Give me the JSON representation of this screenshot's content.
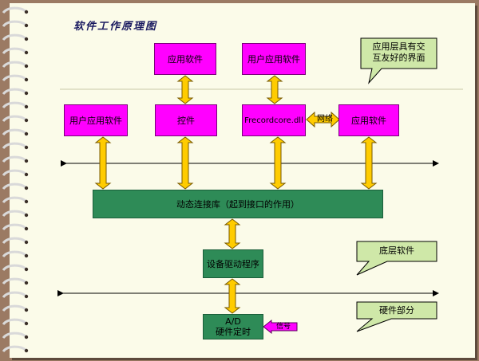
{
  "title": "软件工作原理图",
  "boxes": {
    "top_app": "应用软件",
    "top_user_app": "用户应用软件",
    "user_app": "用户应用软件",
    "control": "控件",
    "frecordcore": "Frecordcore.dll",
    "app_right": "应用软件",
    "dll_link": "动态连接库（起到接口的作用）",
    "driver": "设备驱动程序",
    "ad_line1": "A/D",
    "ad_line2": "硬件定时"
  },
  "labels": {
    "network": "网络",
    "signal": "信号"
  },
  "callouts": {
    "ui_line1": "应用层具有交",
    "ui_line2": "互友好的界面",
    "bottom_software": "底层软件",
    "hardware_part": "硬件部分"
  },
  "colors": {
    "magenta": "#ff00ff",
    "green": "#2e8b57",
    "arrow_yellow": "#ffcc00",
    "callout_green": "#cfe8a8",
    "paper": "#fbfbe9",
    "frame": "#9b7a63"
  }
}
